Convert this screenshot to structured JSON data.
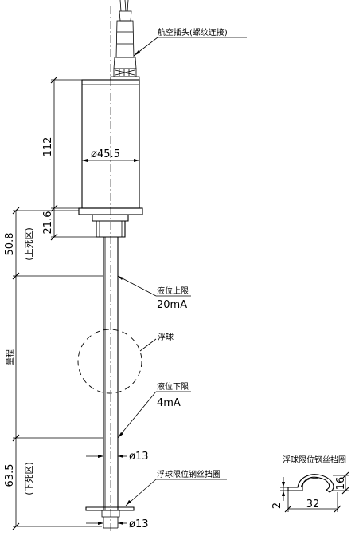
{
  "callouts": {
    "connector": "航空插头(螺纹连接)",
    "upper_limit": "液位上限",
    "upper_current": "20mA",
    "float": "浮球",
    "lower_limit": "液位下限",
    "lower_current": "4mA",
    "ring": "浮球限位钢丝挡圈"
  },
  "dimensions": {
    "housing_length": "112",
    "housing_diameter": "ø45.5",
    "fitting_length": "21.6",
    "upper_dead_zone": "50.8",
    "upper_dead_zone_label": "(上死区)",
    "range": "量程",
    "lower_dead_zone": "63.5",
    "lower_dead_zone_label": "(下死区)",
    "rod_diameter": "ø13",
    "end_diameter": "ø13"
  },
  "detail": {
    "title": "浮球限位钢丝挡圈",
    "height": "16",
    "width": "32",
    "thickness": "2"
  }
}
